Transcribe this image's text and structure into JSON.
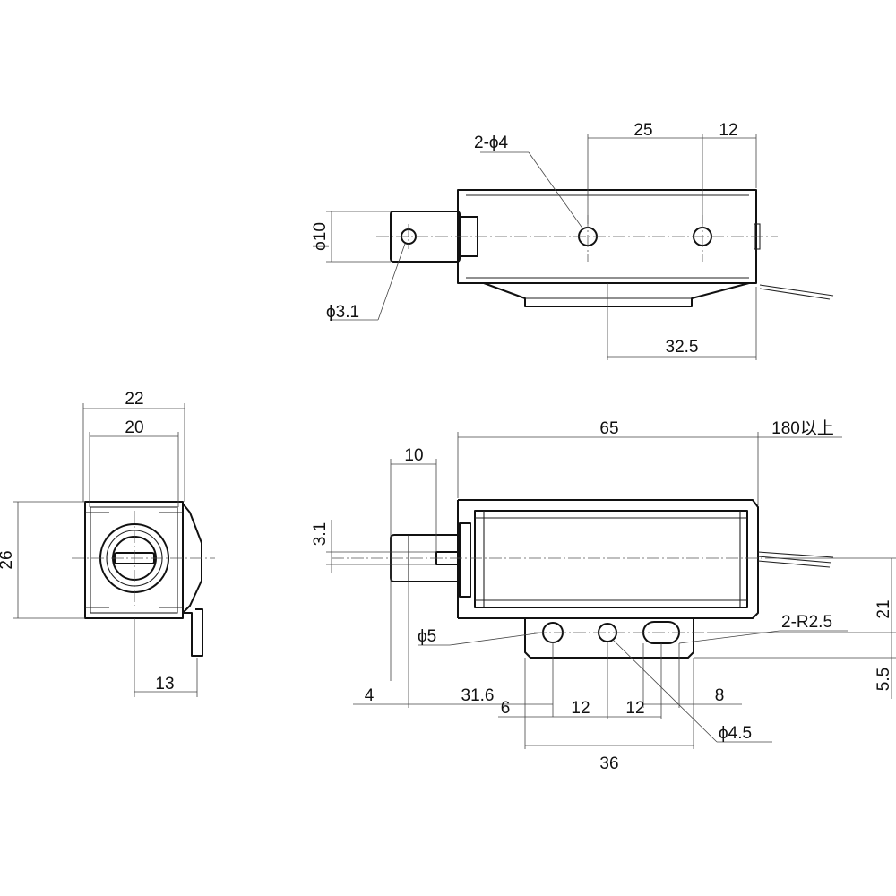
{
  "top_view": {
    "hole_label": "2-ϕ4",
    "spacing_label": "25",
    "offset_label": "12",
    "plunger_dia_label": "ϕ10",
    "pin_hole_label": "ϕ3.1",
    "bracket_len_label": "32.5"
  },
  "side_view": {
    "width_outer_label": "22",
    "width_inner_label": "20",
    "height_label": "26",
    "bracket_label": "13"
  },
  "front_view": {
    "body_len_label": "65",
    "lead_len_label": "180以上",
    "stroke_label": "10",
    "slot_label": "3.1",
    "height_label": "21",
    "radius_label": "2-R2.5",
    "hole5_label": "ϕ5",
    "dim4_label": "4",
    "dim316_label": "31.6",
    "dim8_label": "8",
    "dim55_label": "5.5",
    "dim6_label": "6",
    "dim12a_label": "12",
    "dim12b_label": "12",
    "hole45_label": "ϕ4.5",
    "dim36_label": "36"
  }
}
